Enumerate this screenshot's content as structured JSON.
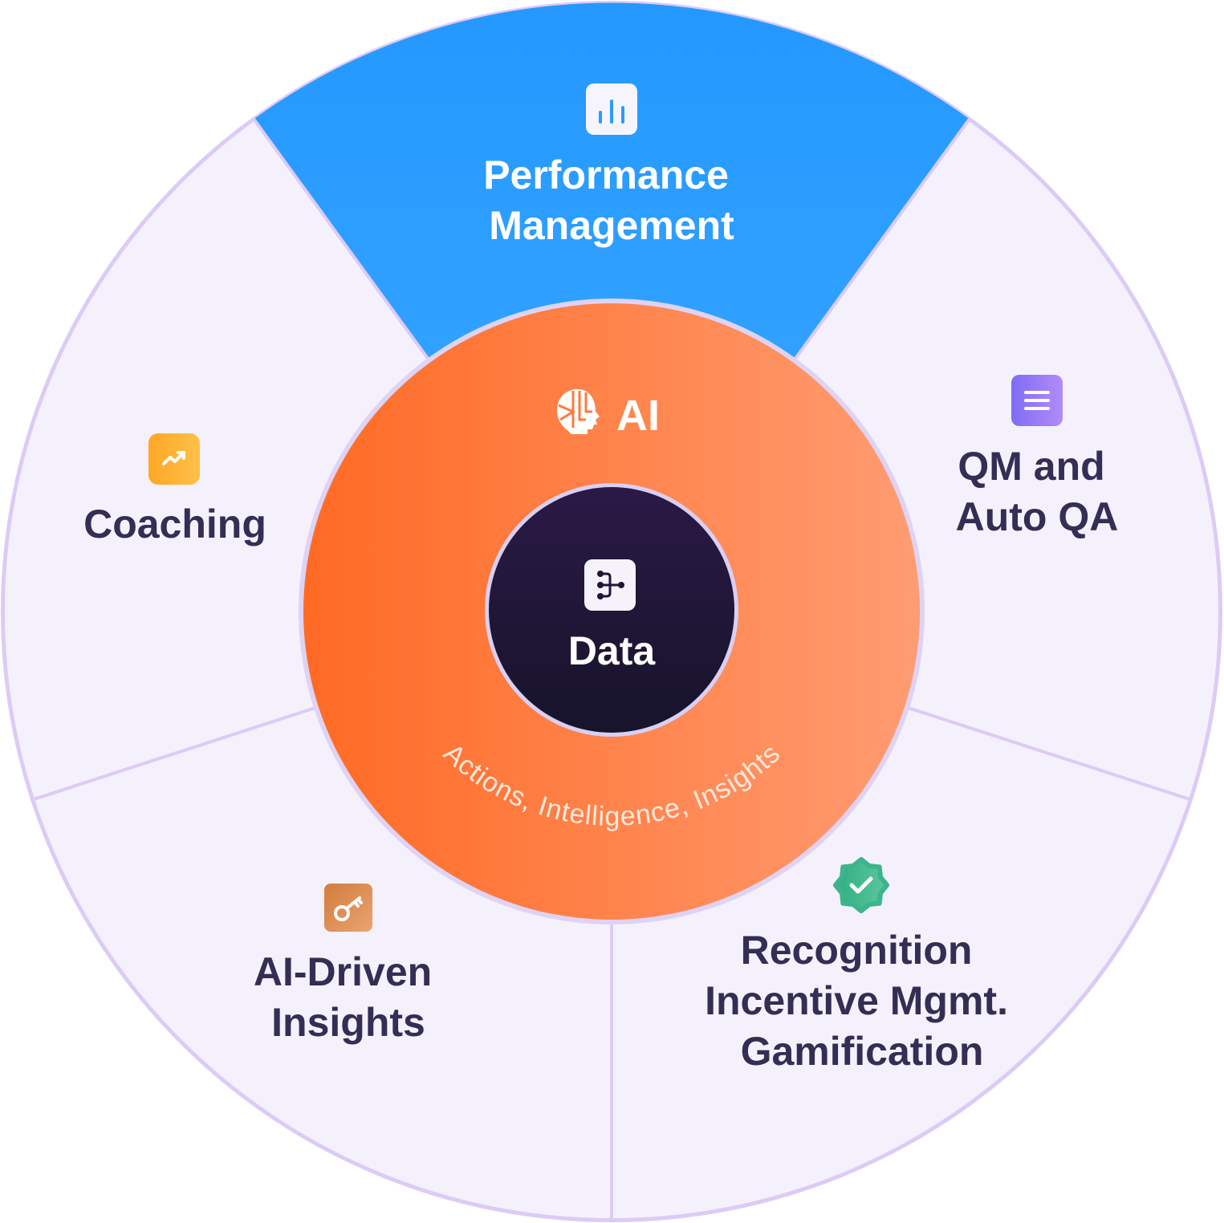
{
  "diagram": {
    "center": {
      "label": "Data",
      "icon": "data-flow-icon"
    },
    "ring": {
      "label": "AI",
      "icon": "ai-head-icon",
      "arc_text": "Actions, Intelligence, Insights"
    },
    "segments": [
      {
        "id": "performance-management",
        "lines": [
          "Performance",
          "Management"
        ],
        "icon": "bar-chart-icon",
        "highlighted": true
      },
      {
        "id": "qm-auto-qa",
        "lines": [
          "QM and",
          "Auto QA"
        ],
        "icon": "list-icon",
        "highlighted": false
      },
      {
        "id": "recognition",
        "lines": [
          "Recognition",
          "Incentive Mgmt.",
          "Gamification"
        ],
        "icon": "verified-badge-icon",
        "highlighted": false
      },
      {
        "id": "ai-driven-insights",
        "lines": [
          "AI-Driven",
          "Insights"
        ],
        "icon": "key-icon",
        "highlighted": false
      },
      {
        "id": "coaching",
        "lines": [
          "Coaching"
        ],
        "icon": "trend-up-icon",
        "highlighted": false
      }
    ]
  },
  "colors": {
    "highlight_blue": "#2B9BFF",
    "segment_fill": "#F5F1FC",
    "segment_border": "#DCCBF6",
    "ring_orange_start": "#FF6A24",
    "ring_orange_end": "#FF9A70",
    "center_dark": "#1E1636",
    "label_text": "#342E55",
    "white": "#FFFFFF",
    "icon_yellow": "#FFB52E",
    "icon_purple": "#8C76F5",
    "icon_bronze": "#D9874A",
    "icon_green": "#3DB58C"
  }
}
